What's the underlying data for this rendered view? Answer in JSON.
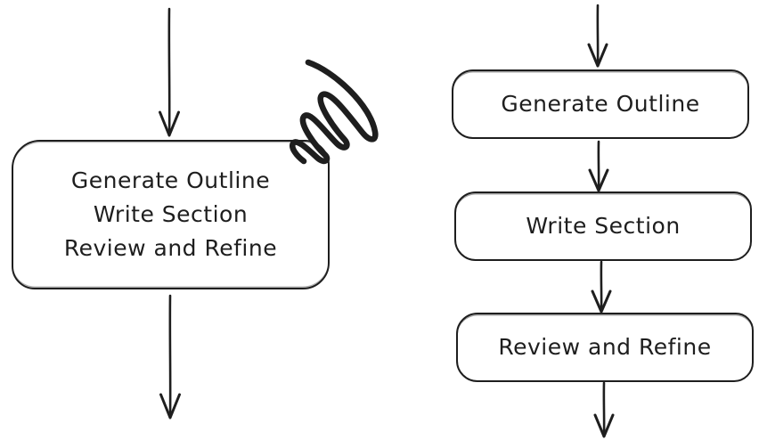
{
  "diagram": {
    "title": "flowchart-comparison",
    "style": {
      "background": "#ffffff",
      "stroke_color": "#1e1e1e",
      "node_fill": "#ffffff",
      "drawing_style": "hand-drawn"
    },
    "left_flow": {
      "node_lines": [
        "Generate Outline",
        "Write Section",
        "Review and Refine"
      ],
      "annotation_icon": "scribble-scratch-mark",
      "arrows": [
        "down-arrow-in",
        "down-arrow-out"
      ]
    },
    "right_flow": {
      "nodes": [
        {
          "label": "Generate Outline"
        },
        {
          "label": "Write Section"
        },
        {
          "label": "Review and Refine"
        }
      ],
      "arrows": [
        "down-arrow-in",
        "down-arrow-connector",
        "down-arrow-connector",
        "down-arrow-out"
      ]
    },
    "icons": {
      "arrow_down": "↓",
      "scribble": "∿∿"
    }
  }
}
